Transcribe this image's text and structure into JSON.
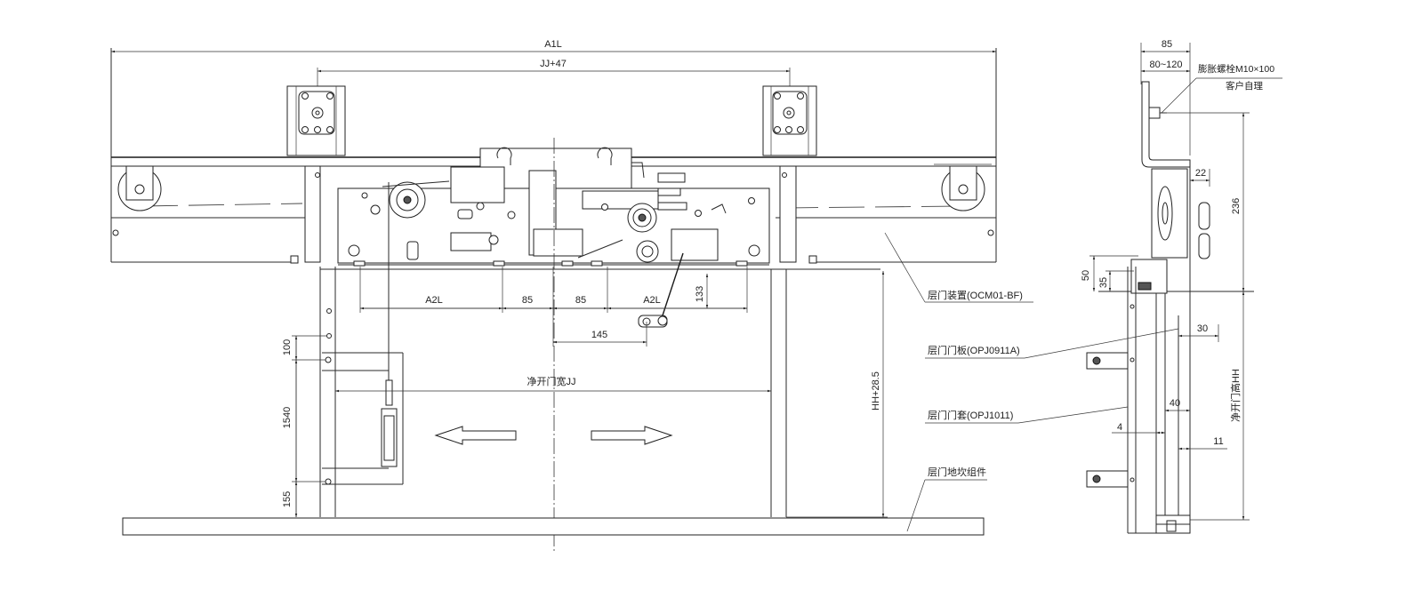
{
  "front_view": {
    "overall_width": "A1L",
    "hanger_spacing": "JJ+47",
    "lower_dims": [
      "A2L",
      "85",
      "85",
      "A2L"
    ],
    "link_vertical": "133",
    "link_horizontal": "145",
    "clear_width": "净开门宽JJ",
    "height": "HH+28.5",
    "bracket_dims": [
      "100",
      "1540",
      "155"
    ]
  },
  "callouts": [
    "层门装置(OCM01-BF)",
    "层门门板(OPJ0911A)",
    "层门门套(OPJ1011)",
    "层门地坎组件"
  ],
  "side_view": {
    "bracket_depth": "85",
    "wall_gap": "80~120",
    "bolt_label": "膨胀螺栓M10×100",
    "bolt_note": "客户自理",
    "dim_22": "22",
    "dim_236": "236",
    "dim_50": "50",
    "dim_35": "35",
    "dim_30": "30",
    "clear_height": "净开门高HH",
    "dim_40": "40",
    "dim_4": "4",
    "dim_11": "11"
  }
}
